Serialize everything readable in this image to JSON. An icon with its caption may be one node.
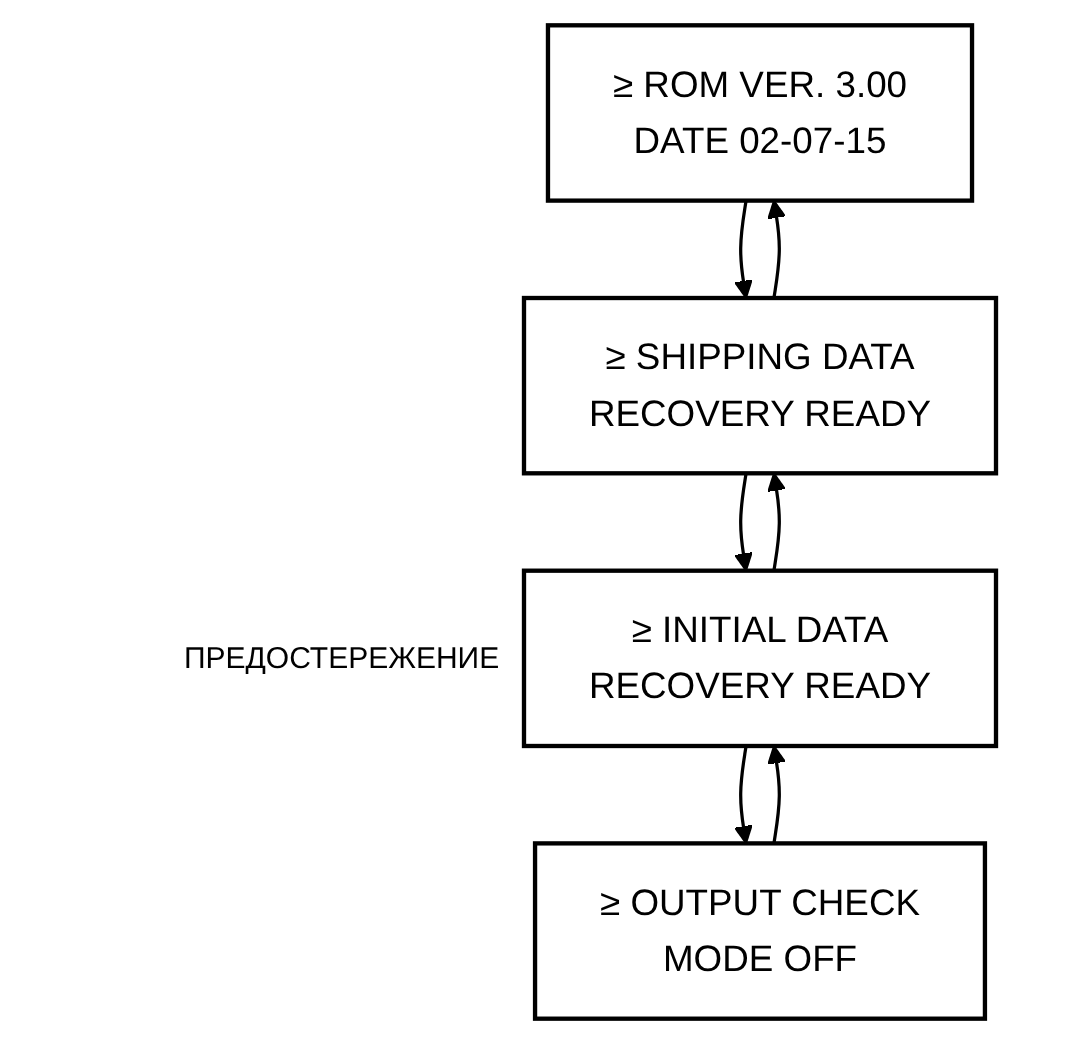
{
  "diagram": {
    "nodes": [
      {
        "text": [
          "≥ ROM VER. 3.00",
          "DATE 02-07-15"
        ]
      },
      {
        "text": [
          "≥ SHIPPING DATA",
          "RECOVERY READY"
        ]
      },
      {
        "text": [
          "≥ INITIAL DATA",
          "RECOVERY READY"
        ],
        "beside": [
          "ПРЕДОСТЕРЕЖЕНИЕ"
        ]
      },
      {
        "text": [
          "≥ OUTPUT CHECK",
          "MODE OFF"
        ]
      }
    ],
    "edges": [
      {
        "from": 0,
        "to": 1,
        "arrow": "to"
      },
      {
        "from": 1,
        "to": 0,
        "arrow": "to"
      },
      {
        "from": 1,
        "to": 2,
        "arrow": "to"
      },
      {
        "from": 2,
        "to": 1,
        "arrow": "to"
      },
      {
        "from": 2,
        "to": 3,
        "arrow": "to"
      },
      {
        "from": 3,
        "to": 2,
        "arrow": "to"
      }
    ]
  }
}
